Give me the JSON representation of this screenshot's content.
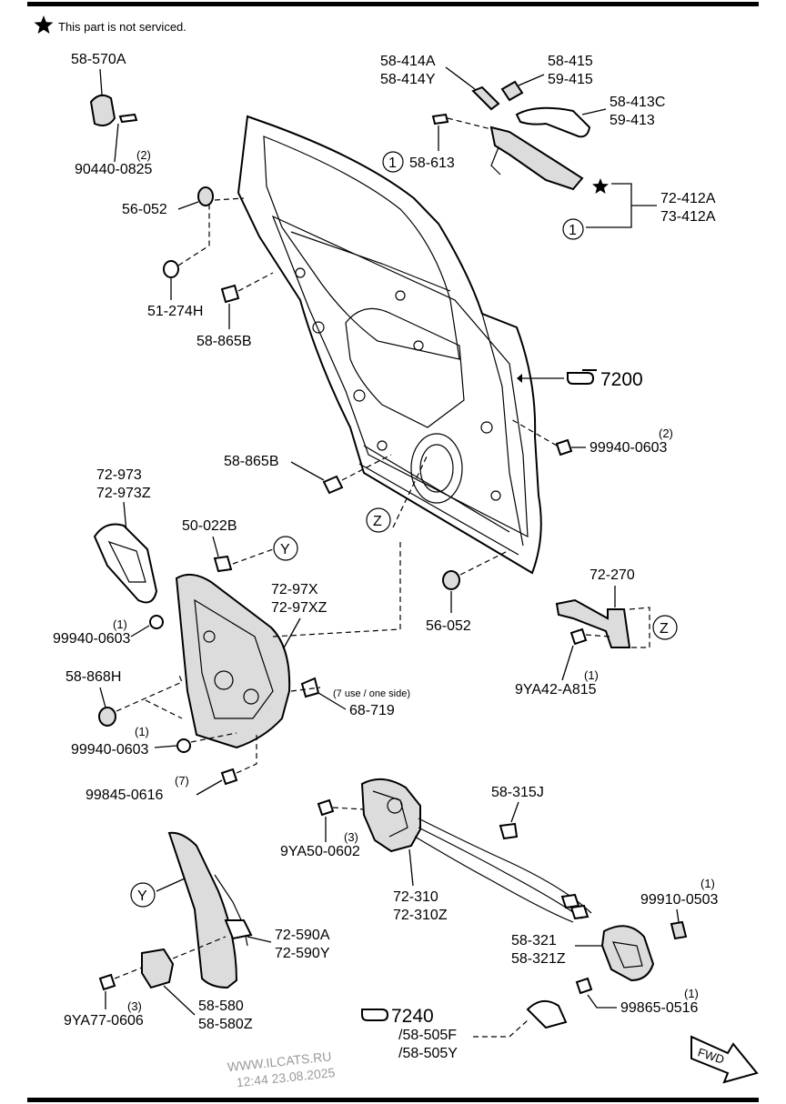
{
  "header": {
    "note": "This part is not serviced."
  },
  "callouts": {
    "c_58_570A": "58-570A",
    "c_90440": "90440-0825",
    "c_90440_qty": "(2)",
    "c_56_052_top": "56-052",
    "c_51_274H": "51-274H",
    "c_58_865B_top": "58-865B",
    "c_58_414A": "58-414A",
    "c_58_414Y": "58-414Y",
    "c_58_415": "58-415",
    "c_59_415": "59-415",
    "c_58_413C": "58-413C",
    "c_59_413": "59-413",
    "c_58_613": "58-613",
    "c_72_412A": "72-412A",
    "c_73_412A": "73-412A",
    "c_circle1": "1",
    "c_7200": "7200",
    "c_99940_r": "99940-0603",
    "c_99940_r_qty": "(2)",
    "c_58_865B_mid": "58-865B",
    "c_Z": "Z",
    "c_Y": "Y",
    "c_72_973": "72-973",
    "c_72_973Z": "72-973Z",
    "c_50_022B": "50-022B",
    "c_72_97X": "72-97X",
    "c_72_97XZ": "72-97XZ",
    "c_56_052_bot": "56-052",
    "c_72_270": "72-270",
    "c_9YA42": "9YA42-A815",
    "c_9YA42_qty": "(1)",
    "c_99940_l1": "99940-0603",
    "c_99940_l1_qty": "(1)",
    "c_58_868H": "58-868H",
    "c_68_719": "68-719",
    "c_68_719_note": "(7 use / one side)",
    "c_99940_l2": "99940-0603",
    "c_99940_l2_qty": "(1)",
    "c_99845": "99845-0616",
    "c_99845_qty": "(7)",
    "c_58_315J": "58-315J",
    "c_9YA50": "9YA50-0602",
    "c_9YA50_qty": "(3)",
    "c_72_310": "72-310",
    "c_72_310Z": "72-310Z",
    "c_99910": "99910-0503",
    "c_99910_qty": "(1)",
    "c_72_590A": "72-590A",
    "c_72_590Y": "72-590Y",
    "c_58_321": "58-321",
    "c_58_321Z": "58-321Z",
    "c_99865": "99865-0516",
    "c_99865_qty": "(1)",
    "c_9YA77": "9YA77-0606",
    "c_9YA77_qty": "(3)",
    "c_58_580": "58-580",
    "c_58_580Z": "58-580Z",
    "c_7240": "7240",
    "c_58_505F": "/58-505F",
    "c_58_505Y": "/58-505Y",
    "c_fwd": "FWD"
  },
  "watermark": {
    "line1": "WWW.ILCATS.RU",
    "line2": "12:44 23.08.2025"
  },
  "icons": {
    "star": "star-icon",
    "pointing_hand": "pointing-hand-icon",
    "fwd_arrow": "fwd-arrow-icon"
  }
}
